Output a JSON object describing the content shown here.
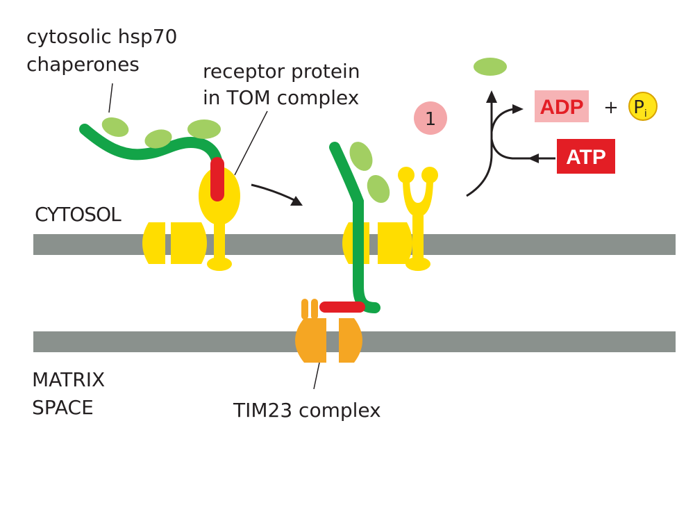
{
  "labels": {
    "chaperones_line1": "cytosolic hsp70",
    "chaperones_line2": "chaperones",
    "receptor_line1": "receptor protein",
    "receptor_line2": "in TOM complex",
    "cytosol": "CYTOSOL",
    "matrix_line1": "MATRIX",
    "matrix_line2": "SPACE",
    "tim23": "TIM23 complex"
  },
  "reaction": {
    "step_number": "1",
    "adp": "ADP",
    "plus": "+",
    "pi_main": "P",
    "pi_sub": "i",
    "atp": "ATP"
  },
  "colors": {
    "membrane": "#8a918d",
    "tom_yellow": "#ffdd00",
    "tim_orange": "#f5a623",
    "protein_green": "#13a448",
    "signal_red": "#e31e25",
    "chaperone_green": "#a2cf62",
    "step_circle": "#f4a7a9",
    "adp_box": "#f6b3b5",
    "adp_text": "#e31e25",
    "atp_box": "#e31e25",
    "pi_circle": "#ffe41a"
  }
}
